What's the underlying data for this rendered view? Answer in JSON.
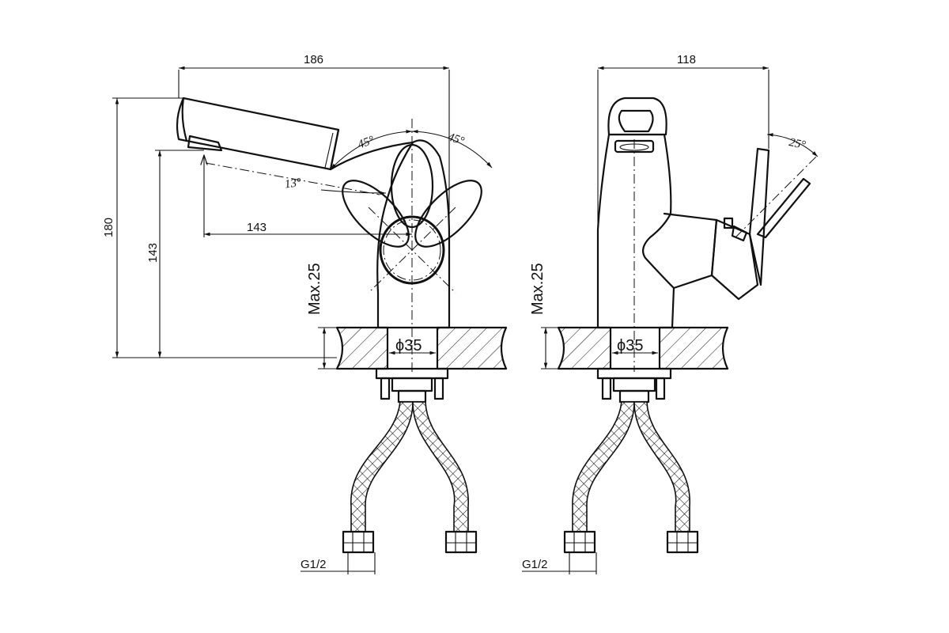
{
  "front_view": {
    "dims": {
      "width": "186",
      "height_total": "180",
      "height_spout": "143",
      "reach": "143",
      "tilt": "13°",
      "handle_left": "45°",
      "handle_right": "45°",
      "max_thickness": "Max.25",
      "hole": "ϕ35",
      "thread": "G1/2"
    }
  },
  "side_view": {
    "dims": {
      "width": "118",
      "handle_angle": "25°",
      "max_thickness": "Max.25",
      "hole": "ϕ35",
      "thread": "G1/2"
    }
  }
}
